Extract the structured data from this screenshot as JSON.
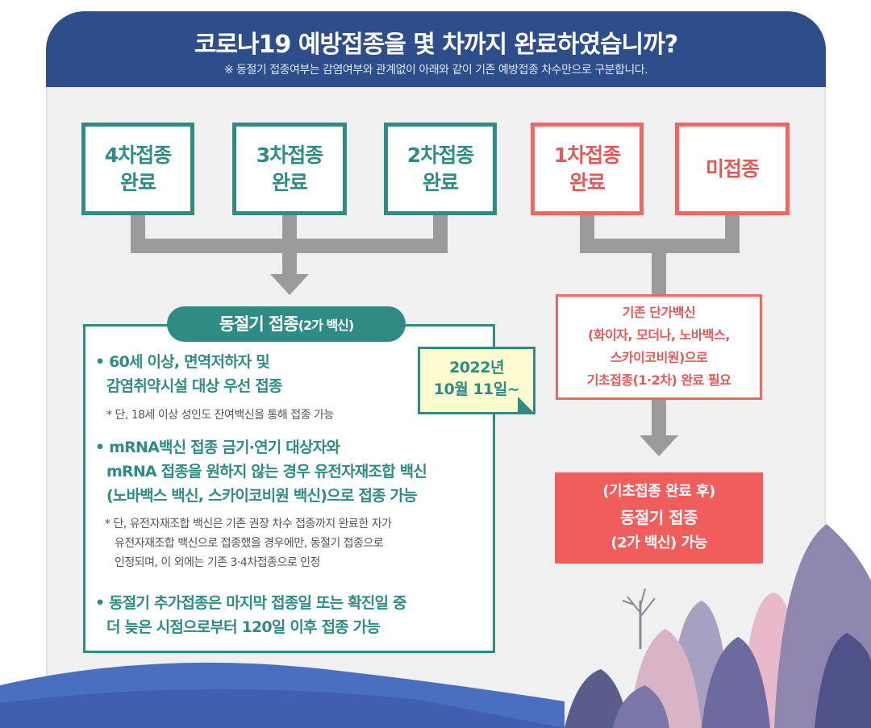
{
  "header": {
    "title": "코로나19 예방접종을 몇 차까지 완료하였습니까?",
    "subtitle": "※ 동절기 접종여부는 감염여부와 관계없이 아래와 같이 기존 예방접종 차수만으로 구분합니다."
  },
  "status_boxes": [
    {
      "line1": "4차접종",
      "line2": "완료"
    },
    {
      "line1": "3차접종",
      "line2": "완료"
    },
    {
      "line1": "2차접종",
      "line2": "완료"
    },
    {
      "line1": "1차접종",
      "line2": "완료"
    },
    {
      "line1": "미접종",
      "line2": ""
    }
  ],
  "winter": {
    "pill_main": "동절기 접종",
    "pill_sub": "(2가 백신)",
    "date_note": {
      "line1": "2022년",
      "line2": "10월 11일~"
    },
    "items": [
      {
        "line1": "• 60세 이상, 면역저하자 및",
        "line2": "감염취약시설 대상 우선 접종"
      },
      {
        "line1": "• mRNA백신 접종 금기·연기 대상자와",
        "line2": "mRNA 접종을 원하지 않는 경우 유전자재조합 백신",
        "line3": "(노바백스 백신, 스카이코비원 백신)으로 접종 가능"
      },
      {
        "line1": "• 동절기 추가접종은 마지막 접종일 또는 확진일 중",
        "line2": "더 늦은 시점으로부터 120일 이후 접종 가능"
      }
    ],
    "notes": [
      {
        "line1": "* 단, 18세 이상 성인도 잔여백신을 통해 접종 가능"
      },
      {
        "line1": "* 단, 유전자재조합 백신은 기존 권장 차수 접종까지 완료한 자가",
        "line2": "유전자재조합 백신으로 접종했을 경우에만, 동절기 접종으로",
        "line3": "인정되며, 이 외에는 기존 3·4차접종으로 인정"
      }
    ]
  },
  "basic": {
    "line1": "기존 단가백신",
    "line2": "(화이자, 모더나, 노바백스,",
    "line3": "스카이코비원)으로",
    "line4": "기초접종(1·2차) 완료 필요"
  },
  "result": {
    "line1": "(기초접종 완료 후)",
    "line2": "동절기 접종",
    "line3": "(2가 백신) 가능"
  },
  "colors": {
    "header_blue": "#2d4e8a",
    "teal": "#2e8c84",
    "coral": "#ee6666",
    "connector_gray": "#9b9b9b",
    "note_yellow": "#fdfbcf"
  }
}
